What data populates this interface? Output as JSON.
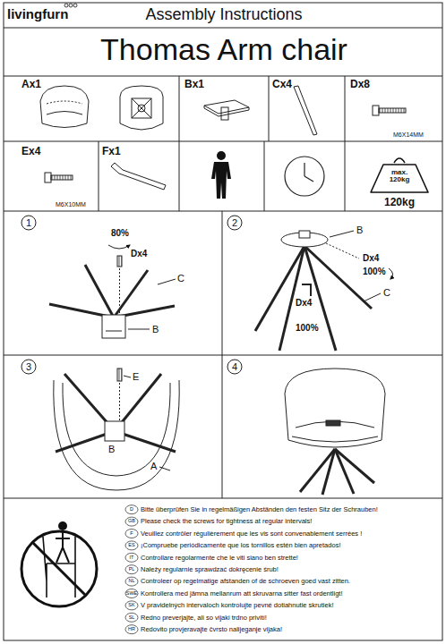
{
  "diagram": {
    "title": "Thomas Arm chair",
    "labels": [
      "livingfurn",
      "Assembly Instructions",
      "Ax1",
      "Bx1",
      "Cx4",
      "Dx8",
      "M6X14MM",
      "Ex4",
      "M6X10MM",
      "Fx1",
      "max. 120kg",
      "120kg",
      "1",
      "80%",
      "Dx4",
      "C",
      "B",
      "2",
      "B",
      "Dx4",
      "100%",
      "C",
      "Dx4",
      "100%",
      "3",
      "E",
      "B",
      "A",
      "4",
      "D",
      "Bitte überprüfen Sie in regelmäßigen Abständen den festen Sitz der Schrauben!",
      "GB",
      "Please check the screws for tightness at regular intervals!",
      "F",
      "Veuillez contrôler régulièrement que les vis sont convenablement serrées !",
      "ES",
      "¡Compruebe periódicamente que los tornillos estén bien apretados!",
      "IT",
      "Controllare regolarmente che le viti siano ben strette!",
      "PL",
      "Należy regularnie sprawdzać dokręcenie śrub!",
      "NL",
      "Controleer op regelmatige afstanden of de schroeven goed vast zitten.",
      "SWE",
      "Kontrollera med jämna mellanrum att skruvarna sitter fast ordentligt!",
      "SK",
      "V pravidelných intervaloch kontrolujte pevné dotiahnutie skrutiek!",
      "SL",
      "Redno preverjajte, ali so vijaki trdno privití!",
      "HR",
      "Redovito provjeravajte čvrsto nalijeganje vijaka!"
    ]
  }
}
